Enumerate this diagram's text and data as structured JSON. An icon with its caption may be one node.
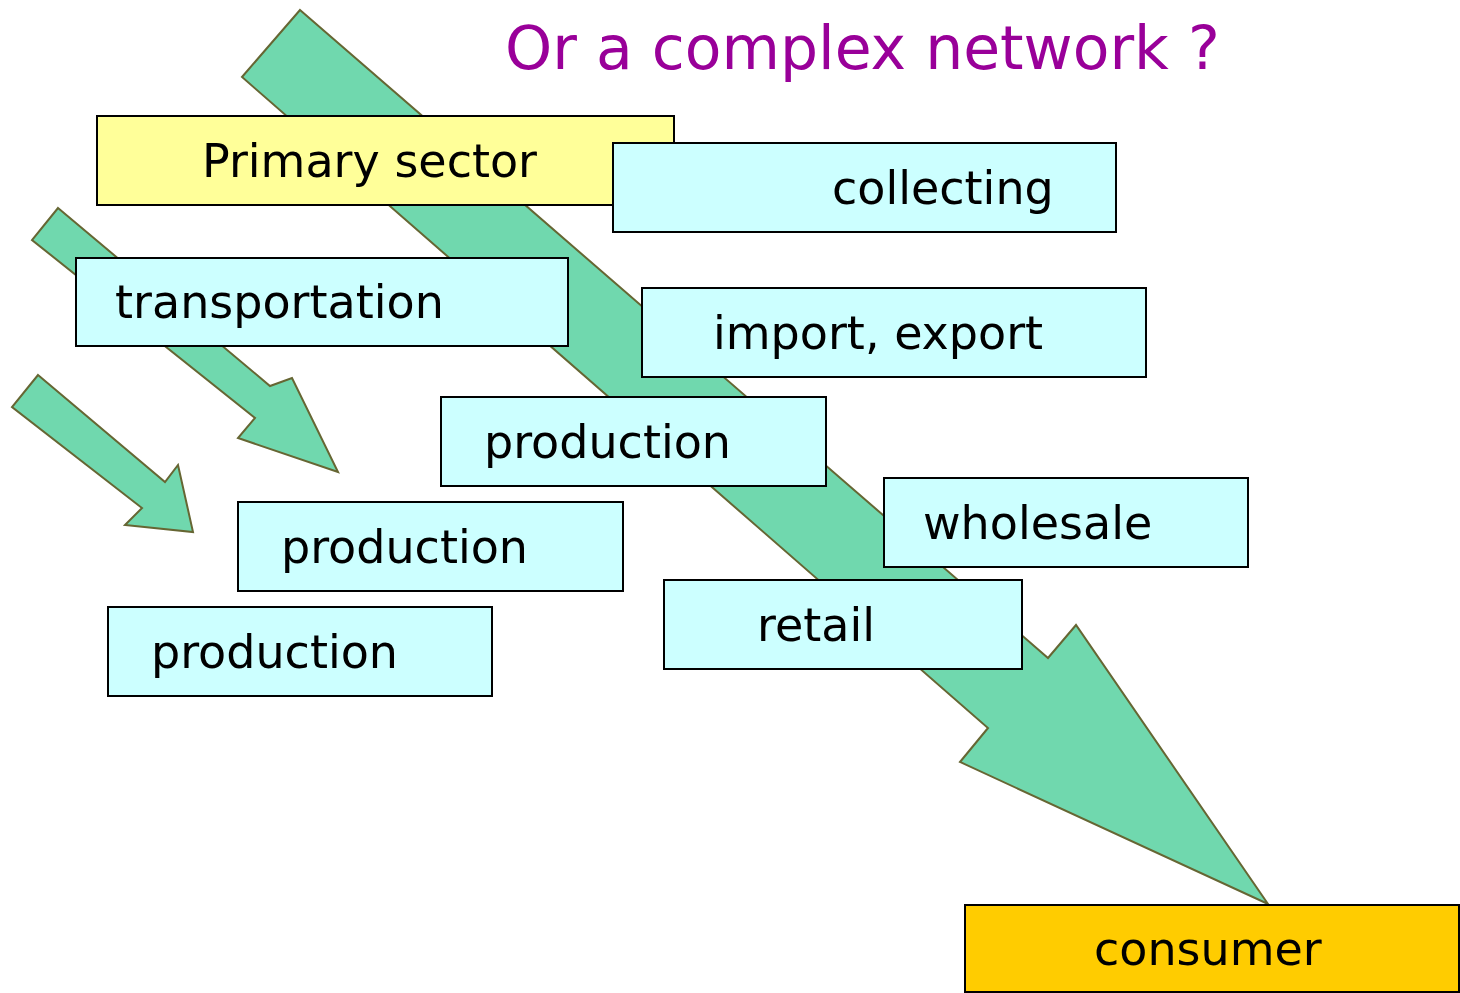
{
  "diagram": {
    "title": "Or a complex network ?",
    "nodes": [
      {
        "text": [
          "Primary sector"
        ]
      },
      {
        "text": [
          "collecting"
        ]
      },
      {
        "text": [
          "transportation"
        ]
      },
      {
        "text": [
          "import, export"
        ]
      },
      {
        "text": [
          "production"
        ]
      },
      {
        "text": [
          "wholesale"
        ]
      },
      {
        "text": [
          "production"
        ]
      },
      {
        "text": [
          "retail"
        ]
      },
      {
        "text": [
          "production"
        ]
      },
      {
        "text": [
          "consumer"
        ]
      }
    ],
    "edges": [
      {
        "from": null,
        "to": 9,
        "arrow": "to",
        "style": "thick"
      }
    ]
  }
}
